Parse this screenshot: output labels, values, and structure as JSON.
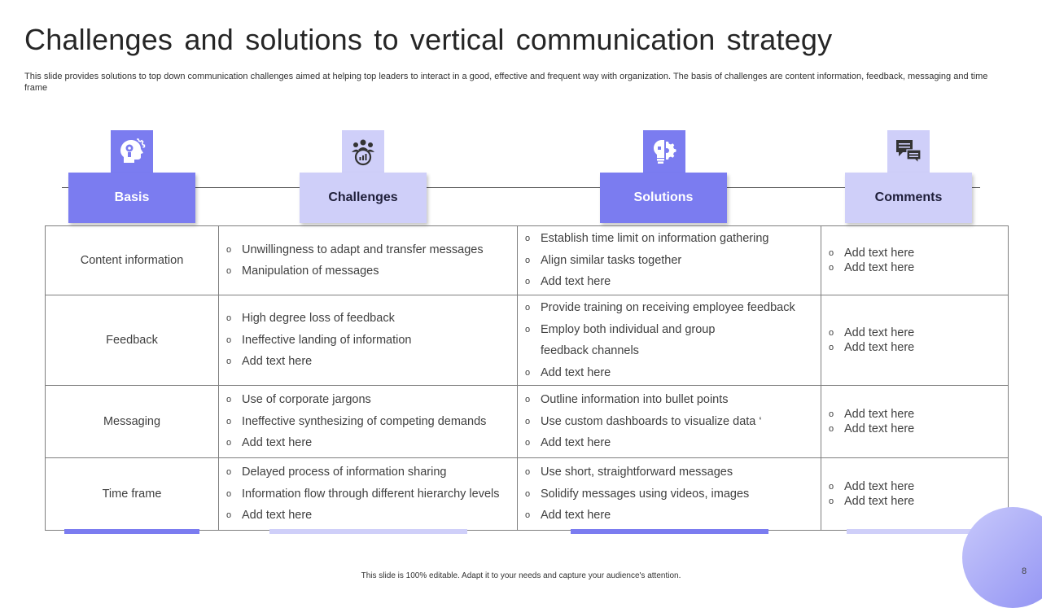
{
  "title": "Challenges and solutions to vertical communication strategy",
  "subtitle": "This slide provides solutions to top down communication challenges aimed at helping top leaders to interact in a good, effective and frequent way with organization. The basis of challenges are content information, feedback, messaging and time frame",
  "headers": [
    {
      "label": "Basis",
      "icon": "head-gears-icon"
    },
    {
      "label": "Challenges",
      "icon": "team-growth-icon"
    },
    {
      "label": "Solutions",
      "icon": "bulb-gear-icon"
    },
    {
      "label": "Comments",
      "icon": "chat-bubbles-icon"
    }
  ],
  "rows": [
    {
      "basis": "Content information",
      "challenges": [
        "Unwillingness to adapt and transfer messages",
        "Manipulation  of messages"
      ],
      "solutions": [
        "Establish time limit on information gathering",
        "Align  similar tasks together",
        "Add text here"
      ],
      "comments": [
        "Add text here",
        "Add text here"
      ]
    },
    {
      "basis": "Feedback",
      "challenges": [
        "High degree loss of feedback",
        "Ineffective  landing of information",
        "Add text here"
      ],
      "solutions": [
        "Provide training on receiving employee feedback",
        "Employ both individual  and group",
        "",
        "Add text here"
      ],
      "solutions_continuation": "feedback channels",
      "comments": [
        "Add text here",
        "Add text here"
      ]
    },
    {
      "basis": "Messaging",
      "challenges": [
        "Use of corporate jargons",
        "Ineffective  synthesizing of competing demands",
        "Add text here"
      ],
      "solutions": [
        "Outline information into bullet points",
        "Use custom dashboards to visualize data ‘",
        "Add text here"
      ],
      "comments": [
        "Add text here",
        "Add text here"
      ]
    },
    {
      "basis": "Time frame",
      "challenges": [
        "Delayed process of information sharing",
        "Information flow through different hierarchy levels",
        "Add text here"
      ],
      "solutions": [
        "Use short, straightforward messages",
        "Solidify messages using videos,  images",
        "Add text here"
      ],
      "comments": [
        "Add text here",
        "Add text here"
      ]
    }
  ],
  "footer": "This slide is 100% editable.  Adapt it to your needs and capture your audience's attention.",
  "page_number": "8",
  "colors": {
    "accent_dark": "#7b7cf0",
    "accent_light": "#cfcff9"
  }
}
